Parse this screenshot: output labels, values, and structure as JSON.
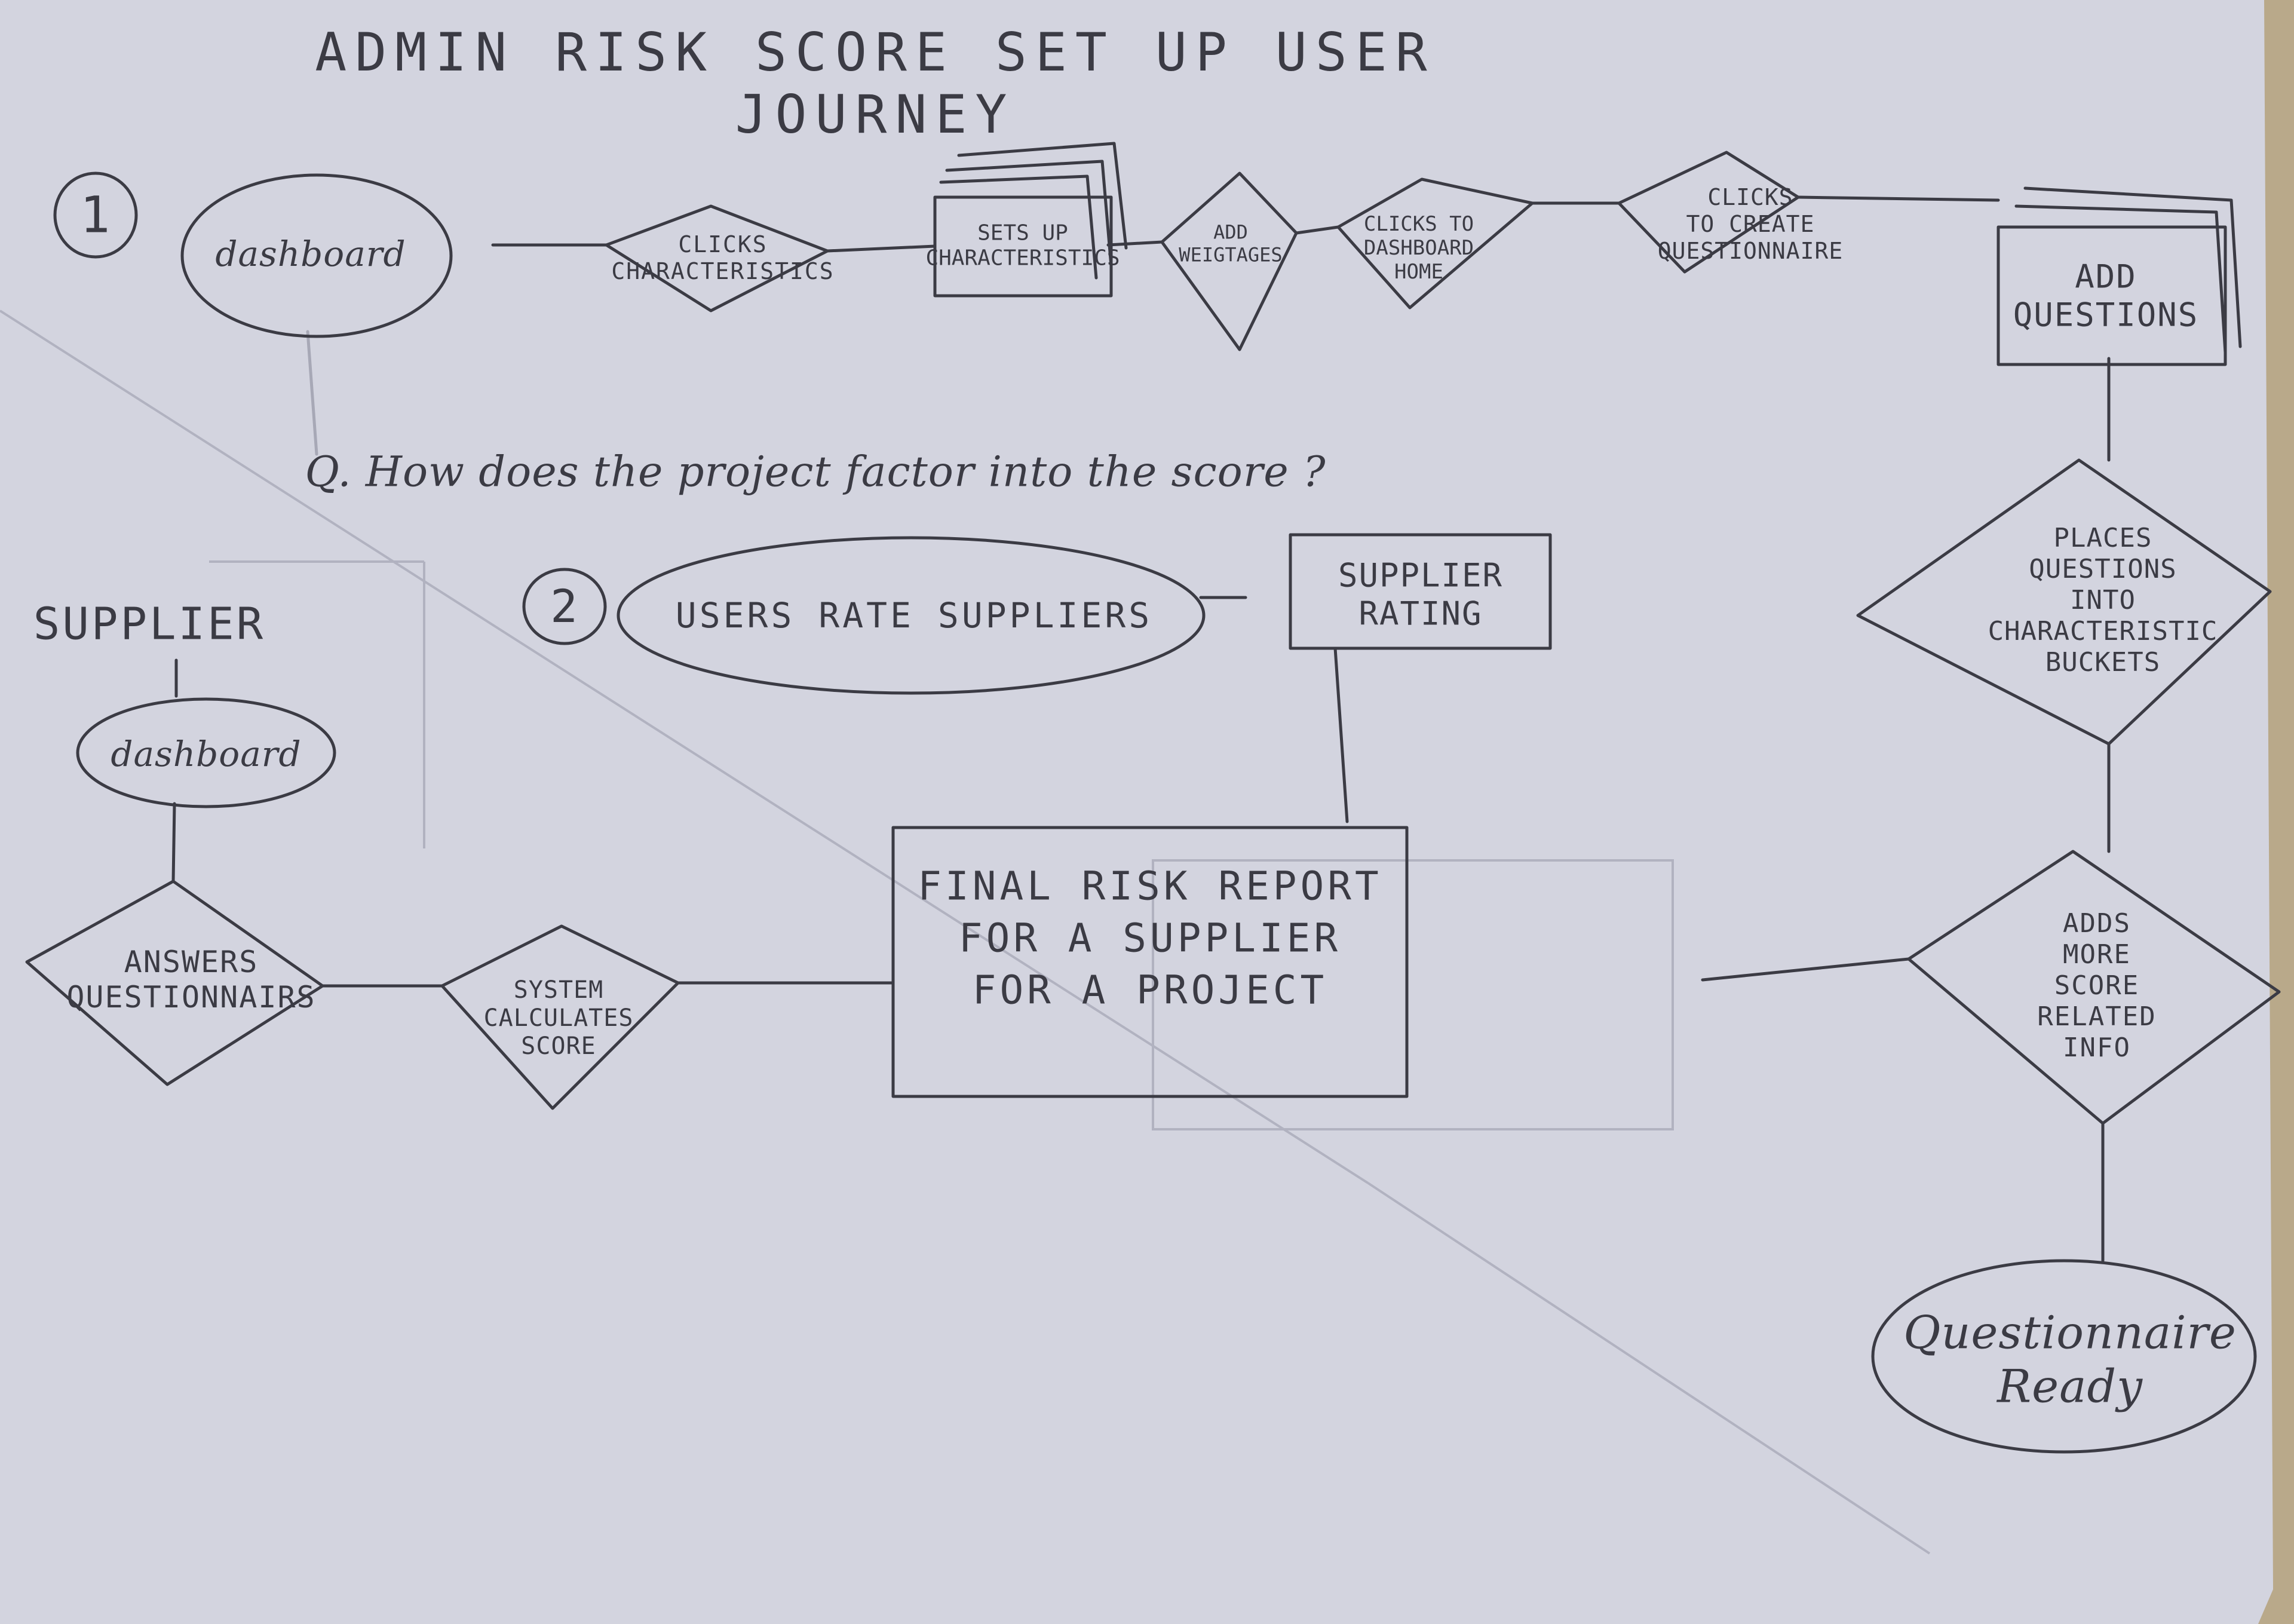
{
  "title": "ADMIN RISK SCORE SET UP USER JOURNEY",
  "colors": {
    "paper": "#d3d4df",
    "ink": "#3b3b44",
    "faint": "#a7a8b6",
    "background": "#b9a98a"
  },
  "step_markers": {
    "one": "1",
    "two": "2"
  },
  "note": "Q. How does the project factor into the score ?",
  "flow1": {
    "dashboard": "dashboard",
    "clicks_characteristics": "CLICKS\nCHARACTERISTICS",
    "sets_up_characteristics": "SETS UP\nCHARACTERISTICS",
    "add_weightages": "ADD\nWEIGTAGES",
    "clicks_to_dashboard_home": "CLICKS TO\nDASHBOARD\nHOME",
    "clicks_to_create_questionnaire": "CLICKS\nTO CREATE\nQUESTIONNAIRE",
    "add_questions": "ADD\nQUESTIONS",
    "places_questions": "PLACES\nQUESTIONS\nINTO\nCHARACTERISTIC\nBUCKETS",
    "adds_more_info": "ADDS\nMORE\nSCORE\nRELATED\nINFO",
    "questionnaire_ready": "Questionnaire\nReady"
  },
  "flow2": {
    "users_rate_suppliers": "USERS RATE SUPPLIERS",
    "supplier_rating": "SUPPLIER\nRATING"
  },
  "supplier_flow": {
    "heading": "SUPPLIER",
    "dashboard": "dashboard",
    "answers_questionnairs": "ANSWERS\nQUESTIONNAIRS",
    "system_calculates_score": "SYSTEM\nCALCULATES\nSCORE",
    "final_report": "FINAL RISK REPORT\nFOR A SUPPLIER\nFOR A PROJECT"
  }
}
